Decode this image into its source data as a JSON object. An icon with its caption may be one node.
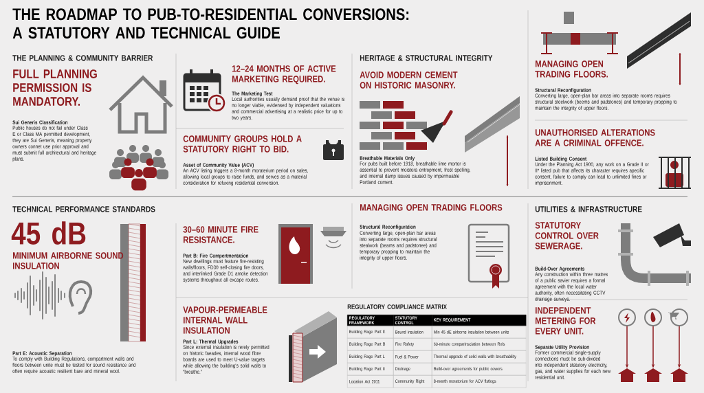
{
  "diagram": {
    "title": "THE ROADMAP TO PUB-TO-RESIDENTIAL CONVERSIONS: A STATUTORY AND TECHNICAL GUIDE",
    "nodes": [
      {
        "text": [],
        "shape": "circle"
      },
      {
        "text": [],
        "shape": "circle"
      },
      {
        "text": [],
        "shape": "circle"
      },
      {
        "text": [],
        "shape": "picture"
      },
      {
        "text": [],
        "shape": "picture"
      },
      {
        "text": [],
        "shape": "picture"
      }
    ],
    "edges": [
      {
        "from": 0,
        "to": 3,
        "arrow": "to"
      },
      {
        "from": 1,
        "to": 4,
        "arrow": "to"
      },
      {
        "from": 2,
        "to": 5,
        "arrow": "to"
      }
    ],
    "labels": [
      "THE PLANNING & COMMUNITY BARRIER",
      "FULL PLANNING PERMISSION IS MANDATORY.",
      "Sui Generis Classification",
      "Public houses do not fail under Class E or Class MA permitted development, they are Sui Generis, meaning property owners connet use prior approval and must submit full architectural and heritage plans.",
      "12–24 MONTHS OF ACTIVE MARKETING REQUIRED.",
      "The Marketing Test",
      "Local authorities usually demand proof that the venue is no longer viable, evidensed by independent valuations and commercial advertising at a realistic price for up to two years.",
      "COMMUNITY GROUPS HOLD A STATUTORY RIGHT TO BID.",
      "Asset of Community Value (ACV)",
      "An ACV listing triggers a 8-month moraterium period on sales, allowing local groups to raise funds, and serves as a material consideration for refuxing residential conversion.",
      "HERITAGE & STRUCTURAL INTEGRITY",
      "AVOID MODERN CEMENT ON HISTORIC MASONRY.",
      "Breathable Materials Only",
      "For pubs built before 1918, breathable lime mortor is assential to prevent moistora entropment, frost spelling, and internal damp issues caused by impermuable Portland coment.",
      "MANAGING OPEN TRADING FLOORS.",
      "Structural Reconfiguration",
      "Converting large, open-plan bar areas into separate rooms requires structural steelwork (beems and padstones) and temporary propping to maintain the integrity of upper floors.",
      "UNAUTHORISED ALTERATIONS ARE A CRIMINAL OFFENCE.",
      "Listed Building Consent",
      "Under the Planning Act 1900, any work on a Grade II or II* listed pub that affects its character requires apecific consent, failure to comply can lead to unlimited fines or imprisonment.",
      "TECHNICAL PERFORMANCE STANDARDS",
      "45 dB",
      "MINIMUM AIRBORNE SOUND INSULATION",
      "Part E: Acoustic Separation",
      "To comply with Building Regulations, compartment walls and floors between unite must be tested for sound resistance and often require acoustic resilient bare and mineral wool.",
      "30–60 MINUTE FIRE RESISTANCE.",
      "Part B: Fire Compertmentation",
      "New dwellings must feature fire-resisting walls/floors, FD30 self-closing fire doors, and interlinked Grade D1 amoke detection systems throughout all excape routes.",
      "VAPOUR-PERMEABLE INTERNAL WALL INSULATION",
      "Part L: Thermal Upgrades",
      "Since external insulation is rerely permitted on historic faeades, internal wood fibre boards are used to meet U-value targets while allowing the building's solid walls to “breathe.”",
      "MANAGING OPEN TRADING FLOORS",
      "Structural Reconfiguration",
      "Converting large, open-plan bar areas into separate rooms requires structural stealwork (beams and padstonee) and temporary propping to maintain the integrity of upper floors.",
      "REGULATORY COMPLIANCE MATRIX",
      "REGULATORY FRAMEWORK",
      "STATUTORY CONTROL",
      "KEY REQUIREMENT",
      "Building Rage Part E",
      "Beund insulation",
      "Min 45 dE airborns insulation between units",
      "Building Rage Part B",
      "Fire Rafety",
      "60-minute comparInsciation between Rols",
      "Building Rage Part L",
      "Fuel & Power",
      "Thermal upgrade of solid walls with breathability",
      "Building Rage Part II",
      "Drulnage",
      "Build-over agreements for public cewers",
      "Location Act 2011",
      "Community Right",
      "8-month moratorium for ACV flstlogs",
      "UTILITIES & INFRASTRUCTURE",
      "STATUTORY CONTROL OVER SEWERAGE.",
      "Build-Over Agreements",
      "Any construction within three matres of a public savier requires a formal agreement with the local water authority, often necessitating CCTV drainage surveys.",
      "INDEPENDENT METERING FOR EVERY UNIT.",
      "Separate Utility Provision",
      "Former commercial single-supply connections must be sub-divided into independent statutory electricity, gas, and water supplies for each new residential unit."
    ]
  }
}
